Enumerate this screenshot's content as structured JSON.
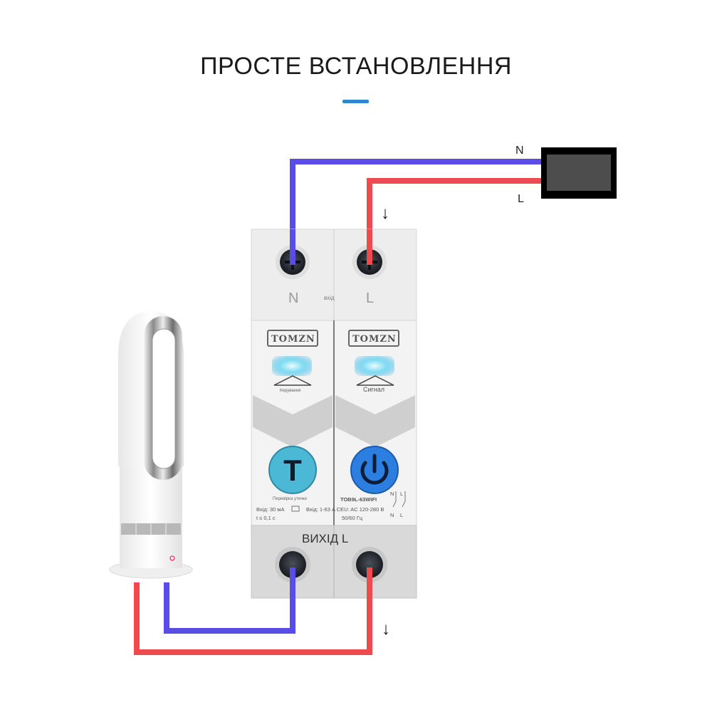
{
  "header": {
    "title": "ПРОСТЕ ВСТАНОВЛЕННЯ",
    "accent_color": "#2e86d1"
  },
  "wiring": {
    "neutral_color": "#5a4de6",
    "live_color": "#ee4b4f",
    "source_labels": {
      "neutral": "N",
      "live": "L"
    },
    "flow_arrows": [
      "↓",
      "↓"
    ]
  },
  "breaker": {
    "input_terminals": {
      "left": "N",
      "right": "L",
      "caption": "вхід"
    },
    "modules": [
      {
        "brand": "TOMZN",
        "indicator_label": "Керування",
        "button_glyph": "T",
        "button_color": "#4bb8d6",
        "button_caption": "Перевірка утечки",
        "spec_line_1": "Вхід: 30 мА",
        "spec_line_2": "t ≤ 0,1 с"
      },
      {
        "brand": "TOMZN",
        "indicator_label": "Сигнал",
        "button_glyph": "power-icon",
        "button_color": "#2c7ee0",
        "model": "TOB9L-63WIFI",
        "spec_line_1": "Вхід: 1-63 A CEU: AC 120-280 В",
        "spec_line_2": "50/60 Гц",
        "schematic_labels": [
          "N",
          "L",
          "N",
          "L"
        ]
      }
    ],
    "output_caption": "ВИХІД L"
  },
  "load": {
    "device": "bladeless-fan-heater"
  }
}
